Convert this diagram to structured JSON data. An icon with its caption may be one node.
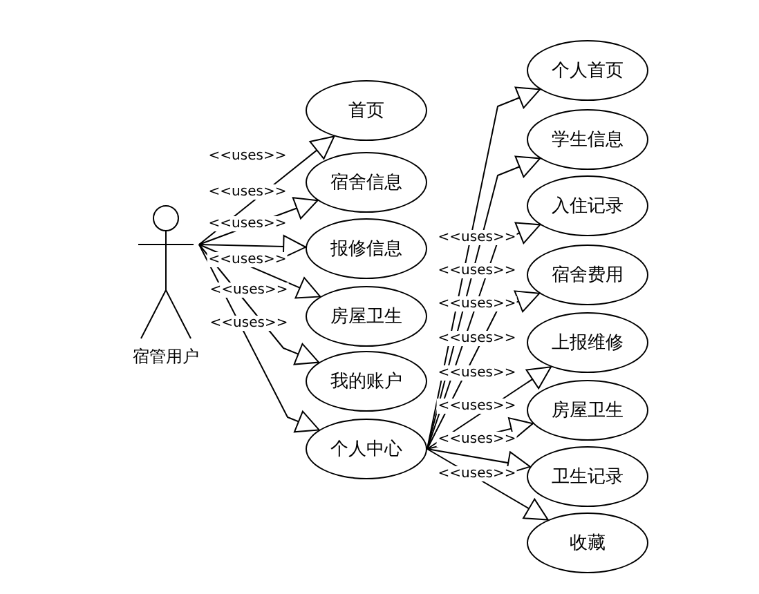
{
  "diagram": {
    "nodes": [
      {
        "text": [
          "宿管用户"
        ]
      },
      {
        "text": [
          "首页"
        ]
      },
      {
        "text": [
          "宿舍信息"
        ]
      },
      {
        "text": [
          "报修信息"
        ]
      },
      {
        "text": [
          "房屋卫生"
        ]
      },
      {
        "text": [
          "我的账户"
        ]
      },
      {
        "text": [
          "个人中心"
        ]
      },
      {
        "text": [
          "个人首页"
        ]
      },
      {
        "text": [
          "学生信息"
        ]
      },
      {
        "text": [
          "入住记录"
        ]
      },
      {
        "text": [
          "宿舍费用"
        ]
      },
      {
        "text": [
          "上报维修"
        ]
      },
      {
        "text": [
          "房屋卫生"
        ]
      },
      {
        "text": [
          "卫生记录"
        ]
      },
      {
        "text": [
          "收藏"
        ]
      }
    ],
    "edges": [
      {
        "from": 0,
        "to": 1,
        "arrow": "to",
        "label": "<<uses>>"
      },
      {
        "from": 0,
        "to": 2,
        "arrow": "to",
        "label": "<<uses>>"
      },
      {
        "from": 0,
        "to": 3,
        "arrow": "to",
        "label": "<<uses>>"
      },
      {
        "from": 0,
        "to": 4,
        "arrow": "to",
        "label": "<<uses>>"
      },
      {
        "from": 0,
        "to": 5,
        "arrow": "to",
        "label": "<<uses>>"
      },
      {
        "from": 0,
        "to": 6,
        "arrow": "to",
        "label": "<<uses>>"
      },
      {
        "from": 6,
        "to": 7,
        "arrow": "to",
        "label": "<<uses>>"
      },
      {
        "from": 6,
        "to": 8,
        "arrow": "to",
        "label": "<<uses>>"
      },
      {
        "from": 6,
        "to": 9,
        "arrow": "to",
        "label": "<<uses>>"
      },
      {
        "from": 6,
        "to": 10,
        "arrow": "to",
        "label": "<<uses>>"
      },
      {
        "from": 6,
        "to": 11,
        "arrow": "to",
        "label": "<<uses>>"
      },
      {
        "from": 6,
        "to": 12,
        "arrow": "to",
        "label": "<<uses>>"
      },
      {
        "from": 6,
        "to": 13,
        "arrow": "to",
        "label": "<<uses>>"
      },
      {
        "from": 6,
        "to": 14,
        "arrow": "to",
        "label": "<<uses>>"
      }
    ]
  }
}
